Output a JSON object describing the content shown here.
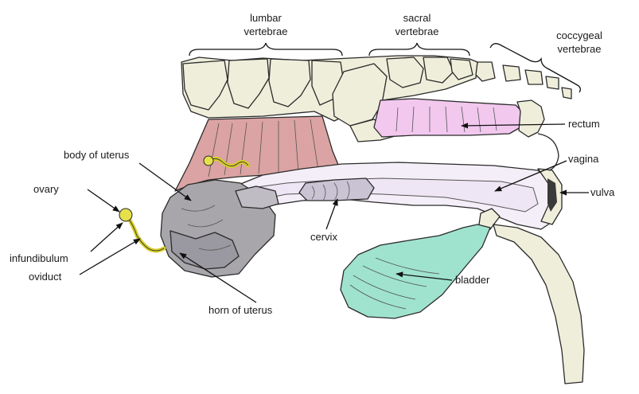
{
  "labels": {
    "lumbar_line1": "lumbar",
    "lumbar_line2": "vertebrae",
    "sacral_line1": "sacral",
    "sacral_line2": "vertebrae",
    "coccygeal_line1": "coccygeal",
    "coccygeal_line2": "vertebrae",
    "rectum": "rectum",
    "vagina": "vagina",
    "vulva": "vulva",
    "body_of_uterus": "body of uterus",
    "ovary": "ovary",
    "infundibulum": "infundibulum",
    "oviduct": "oviduct",
    "cervix": "cervix",
    "bladder": "bladder",
    "horn_of_uterus": "horn of uterus"
  },
  "colors": {
    "bone": "#efeedb",
    "muscle": "#dba3a3",
    "rectum": "#f2c8ef",
    "uterus": "#a8a6ab",
    "cervix": "#c9c3d4",
    "vagina": "#f4eef8",
    "bladder": "#9fe3cf",
    "ovary": "#e6e14a",
    "outline": "#2a2a2a"
  }
}
